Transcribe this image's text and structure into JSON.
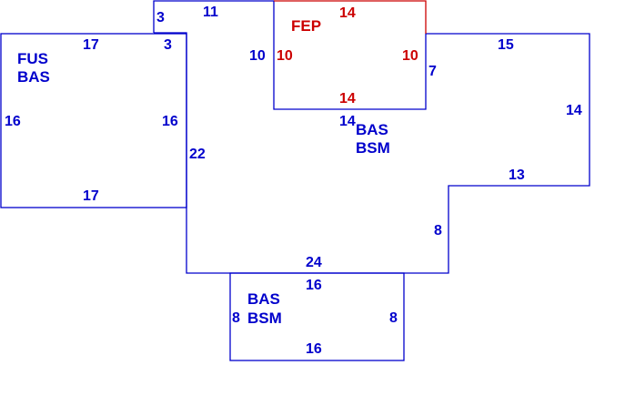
{
  "colors": {
    "background": "#ffffff",
    "plan_line": "#0000cc",
    "fep_line": "#cc0000",
    "plan_text": "#0000cc",
    "fep_text": "#cc0000"
  },
  "areas": {
    "fus_bas": {
      "line1": "FUS",
      "line2": "BAS"
    },
    "fep": {
      "label": "FEP"
    },
    "main": {
      "line1": "BAS",
      "line2": "BSM"
    },
    "lower": {
      "line1": "BAS",
      "line2": "BSM"
    }
  },
  "dims": {
    "top_notch_left": "3",
    "top_notch_top": "11",
    "top_notch_right": "3",
    "fus_top": "17",
    "fus_left": "16",
    "fus_right": "16",
    "fus_bottom": "17",
    "wall_22": "22",
    "fep_top": "14",
    "fep_left_blue": "10",
    "fep_left_red": "10",
    "fep_right_red": "10",
    "fep_bottom_red": "14",
    "fep_bottom_blue": "14",
    "right_step_7": "7",
    "top_right_15": "15",
    "right_side_14": "14",
    "step_13": "13",
    "step_8": "8",
    "bottom_24": "24",
    "lower_top": "16",
    "lower_left": "8",
    "lower_right": "8",
    "lower_bottom": "16"
  }
}
